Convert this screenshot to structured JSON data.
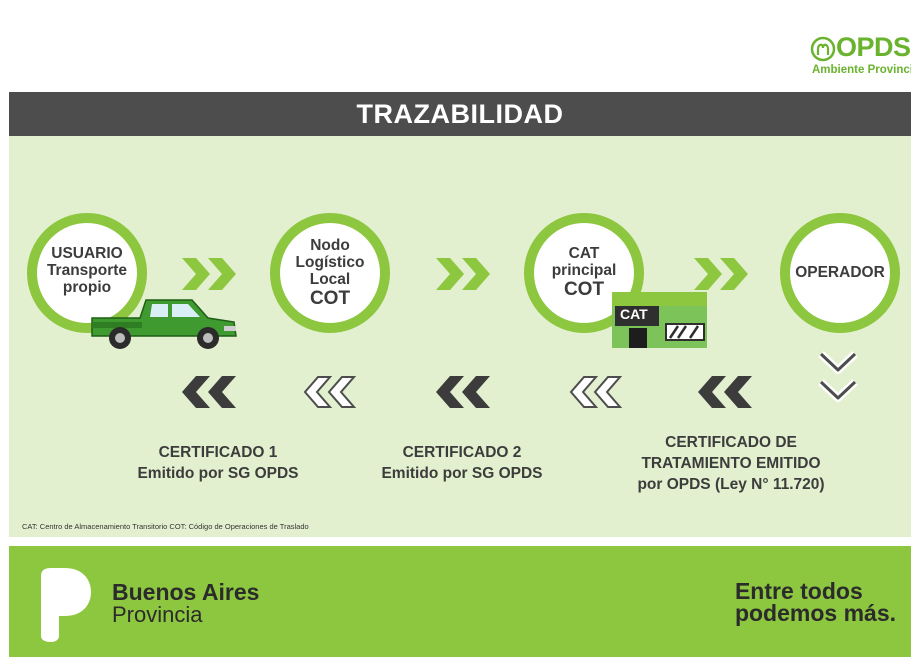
{
  "header": {
    "logo_text": "OPDS",
    "logo_subtitle": "Ambiente Provincia",
    "title": "TRAZABILIDAD"
  },
  "flow": {
    "step1": {
      "line1": "USUARIO",
      "line2": "Transporte",
      "line3": "propio"
    },
    "step2": {
      "line1": "Nodo",
      "line2": "Logístico",
      "line3": "Local",
      "line4": "COT"
    },
    "step3": {
      "line1": "CAT",
      "line2": "principal",
      "line3": "COT",
      "building_sign": "CAT"
    },
    "step4": {
      "line1": "OPERADOR"
    }
  },
  "certificates": {
    "cert1": {
      "line1": "CERTIFICADO 1",
      "line2": "Emitido por SG OPDS"
    },
    "cert2": {
      "line1": "CERTIFICADO 2",
      "line2": "Emitido por SG OPDS"
    },
    "cert3": {
      "line1": "CERTIFICADO DE",
      "line2": "TRATAMIENTO EMITIDO",
      "line3": "por OPDS (Ley N° 11.720)"
    }
  },
  "footnote": "CAT: Centro de Almacenamiento Transitorio     COT: Código de Operaciones de Traslado",
  "footer": {
    "brand_line1": "Buenos Aires",
    "brand_line2": "Provincia",
    "slogan_line1": "Entre todos",
    "slogan_line2": "podemos más."
  },
  "colors": {
    "accent_green": "#8dc63f",
    "panel_bg": "#e3f0cf",
    "title_bar": "#4d4d4d",
    "text_dark": "#3c3c3c"
  },
  "icons": [
    "opds-logo-icon",
    "pickup-truck-icon",
    "cat-building-icon",
    "double-chevron-right-icon",
    "double-chevron-left-icon",
    "double-chevron-down-icon",
    "buenos-aires-p-logo-icon"
  ]
}
